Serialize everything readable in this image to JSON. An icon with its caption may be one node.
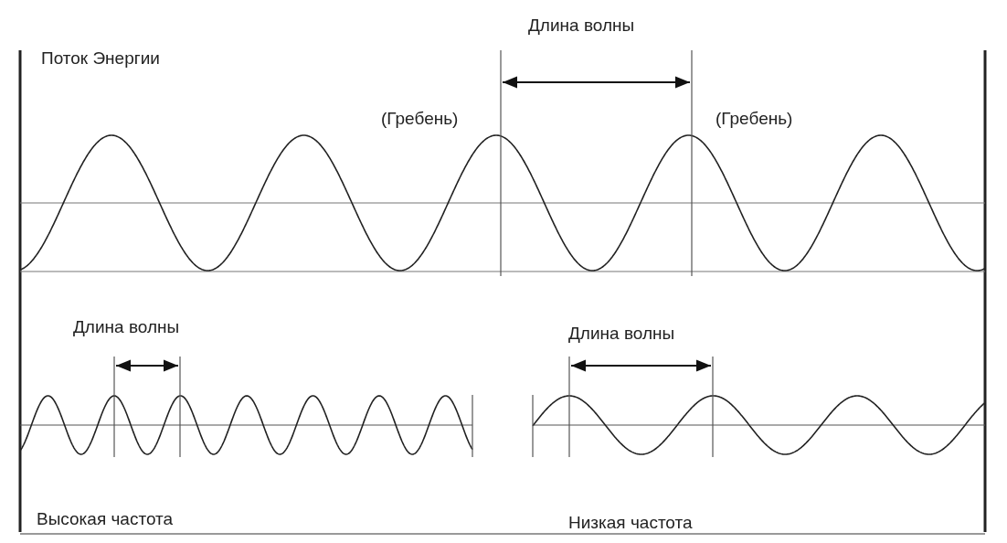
{
  "diagram": {
    "labels": [
      "Длина волны",
      "Поток Энергии",
      "(Гребень)",
      "(Гребень)",
      "Длина волны",
      "Длина волны",
      "Высокая частота",
      "Низкая частота"
    ]
  }
}
